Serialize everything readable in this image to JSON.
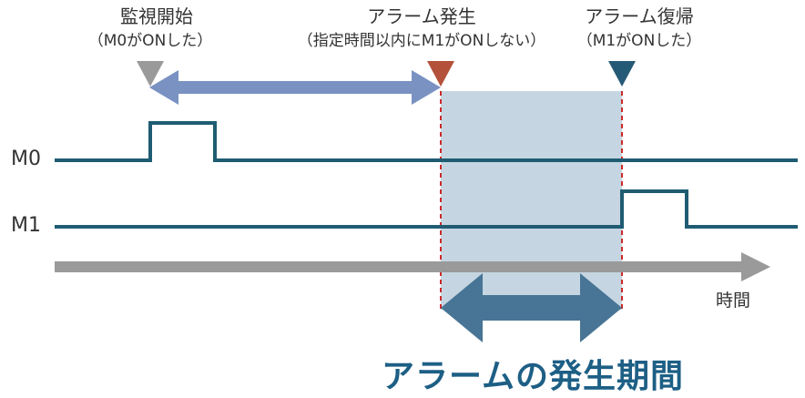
{
  "events": {
    "monitor_start": {
      "title": "監視開始",
      "note": "（M0がONした）",
      "color": "#9a9a9a"
    },
    "alarm_on": {
      "title": "アラーム発生",
      "note": "（指定時間以内にM1がONしない）",
      "color": "#b3513b"
    },
    "alarm_reset": {
      "title": "アラーム復帰",
      "note": "（M1がONした）",
      "color": "#255a76"
    }
  },
  "signals": {
    "m0": "M0",
    "m1": "M1"
  },
  "time_axis_label": "時間",
  "alarm_period_label": "アラームの発生期間",
  "colors": {
    "signal_line": "#1f5c73",
    "alarm_band": "#c5d6e2",
    "marker_line": "#cc2a2a",
    "interval_arrow": "#7a92c2",
    "alarm_arrow": "#487595",
    "time_arrow": "#9a9a9a"
  }
}
